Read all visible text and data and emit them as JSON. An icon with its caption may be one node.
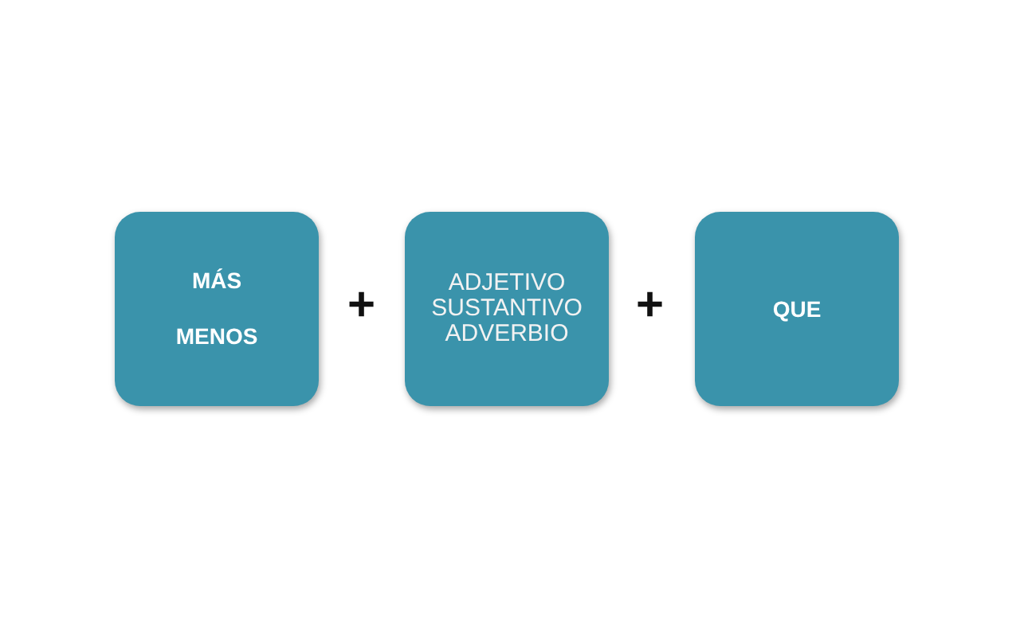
{
  "diagram": {
    "nodes": [
      {
        "text": [
          "MÁS",
          "MENOS"
        ]
      },
      {
        "text": [
          "ADJETIVO",
          "SUSTANTIVO",
          "ADVERBIO"
        ]
      },
      {
        "text": [
          "QUE"
        ]
      }
    ],
    "labels": [
      "+",
      "+"
    ]
  }
}
